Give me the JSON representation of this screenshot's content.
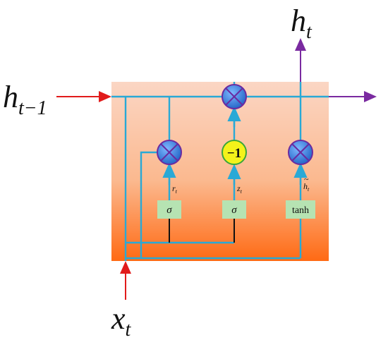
{
  "labels": {
    "h_prev_main": "h",
    "h_prev_sub": "t−1",
    "h_t_main": "h",
    "h_t_sub": "t",
    "x_t_main": "x",
    "x_t_sub": "t",
    "r_t_main": "r",
    "r_t_sub": "t",
    "z_t_main": "z",
    "z_t_sub": "t",
    "h_tilde_main": "h",
    "h_tilde_sub": "t",
    "h_tilde_accent": "~"
  },
  "gates": {
    "reset_sigma": "σ",
    "update_sigma": "σ",
    "candidate_tanh": "tanh"
  },
  "operators": {
    "minus_one": "−1"
  },
  "colors": {
    "line": "#29a9d6",
    "input_arrow": "#e11b1b",
    "output_arrow": "#7a2aa0",
    "gate_box": "#b6e3b2",
    "multiply_node": "#2f7fd0",
    "minus_node": "#f4f21a",
    "panel_top": "#fbd8c6",
    "panel_bottom": "#ff6a14"
  }
}
